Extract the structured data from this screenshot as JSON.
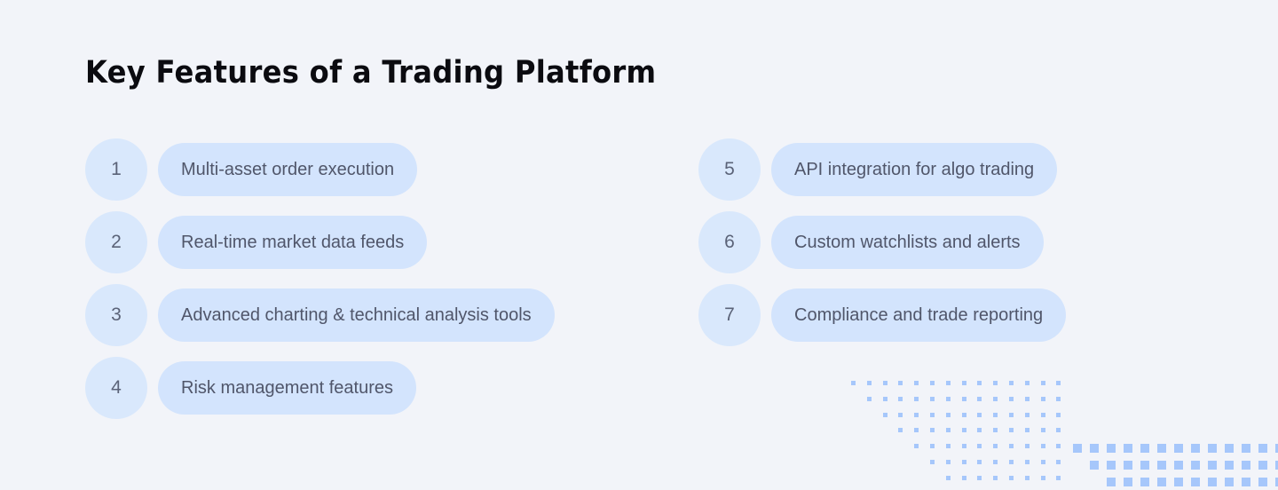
{
  "page": {
    "title": "Key Features of a Trading Platform",
    "background_color": "#f2f4f9",
    "title_color": "#0b0b10",
    "badge_color": "#d9e8fc",
    "pill_color": "#d3e4fd",
    "text_color": "#50566a",
    "dot_color": "#a6c7fb"
  },
  "features": {
    "left_column": [
      {
        "number": "1",
        "label": "Multi-asset order execution"
      },
      {
        "number": "2",
        "label": "Real-time market data feeds"
      },
      {
        "number": "3",
        "label": "Advanced charting & technical analysis tools"
      },
      {
        "number": "4",
        "label": "Risk management features"
      }
    ],
    "right_column": [
      {
        "number": "5",
        "label": "API integration for algo trading"
      },
      {
        "number": "6",
        "label": "Custom watchlists and alerts"
      },
      {
        "number": "7",
        "label": "Compliance and trade reporting"
      }
    ]
  },
  "decoration": {
    "small_dot_grid": {
      "name": "staircase-dot-grid-small",
      "rows": 7,
      "dots_per_row": [
        14,
        13,
        12,
        11,
        10,
        9,
        8
      ],
      "row_offset_steps": [
        0,
        1,
        2,
        3,
        4,
        5,
        6
      ],
      "dot_size": 5,
      "spacing": 17.8
    },
    "large_dot_grid": {
      "name": "staircase-dot-grid-large",
      "rows": 3,
      "dots_per_row": [
        14,
        13,
        12
      ],
      "row_offset_steps": [
        0,
        1,
        2
      ],
      "dot_size": 10,
      "spacing": 19
    }
  }
}
